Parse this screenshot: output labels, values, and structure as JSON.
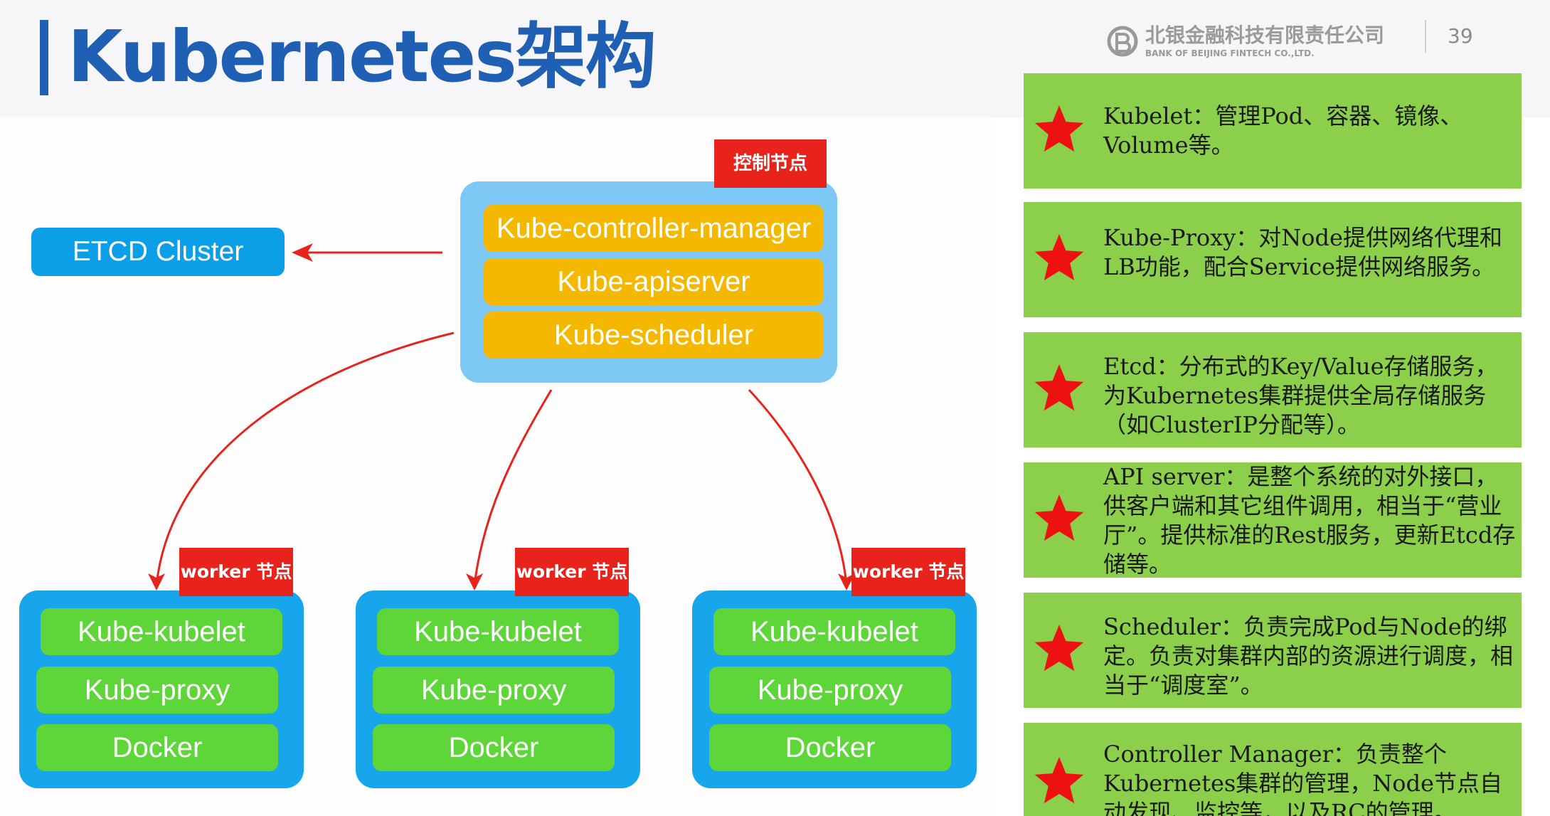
{
  "header": {
    "title": "Kubernetes架构",
    "logo_cn": "北银金融科技有限责任公司",
    "logo_en": "BANK OF BEIJING FINTECH CO.,LTD.",
    "page_number": "39"
  },
  "diagram": {
    "control_node_label": "控制节点",
    "control_components": [
      "Kube-controller-manager",
      "Kube-apiserver",
      "Kube-scheduler"
    ],
    "etcd_label": "ETCD Cluster",
    "worker_nodes": [
      {
        "label": "worker 节点",
        "components": [
          "Kube-kubelet",
          "Kube-proxy",
          "Docker"
        ]
      },
      {
        "label": "worker 节点",
        "components": [
          "Kube-kubelet",
          "Kube-proxy",
          "Docker"
        ]
      },
      {
        "label": "worker 节点",
        "components": [
          "Kube-kubelet",
          "Kube-proxy",
          "Docker"
        ]
      }
    ],
    "colors": {
      "control_bg": "#7dc8f5",
      "control_item": "#f5b800",
      "worker_bg": "#17a6ec",
      "worker_item": "#5ed63a",
      "etcd": "#0d9ee8",
      "tag": "#e8231c",
      "arrow": "#e8231c"
    }
  },
  "cards": [
    {
      "text": "Kubelet：管理Pod、容器、镜像、Volume等。"
    },
    {
      "text": "Kube-Proxy：对Node提供网络代理和LB功能，配合Service提供网络服务。"
    },
    {
      "text": "Etcd：分布式的Key/Value存储服务，为Kubernetes集群提供全局存储服务（如ClusterIP分配等）。"
    },
    {
      "text": "API server：是整个系统的对外接口，供客户端和其它组件调用，相当于“营业厅”。提供标准的Rest服务，更新Etcd存储等。"
    },
    {
      "text": "Scheduler：负责完成Pod与Node的绑定。负责对集群内部的资源进行调度，相当于“调度室”。"
    },
    {
      "text": "Controller Manager：负责整个Kubernetes集群的管理，Node节点自动发现、监控等，以及RC的管理。"
    }
  ],
  "card_style": {
    "background": "#8ccf4b",
    "star_color": "#ee1111"
  }
}
